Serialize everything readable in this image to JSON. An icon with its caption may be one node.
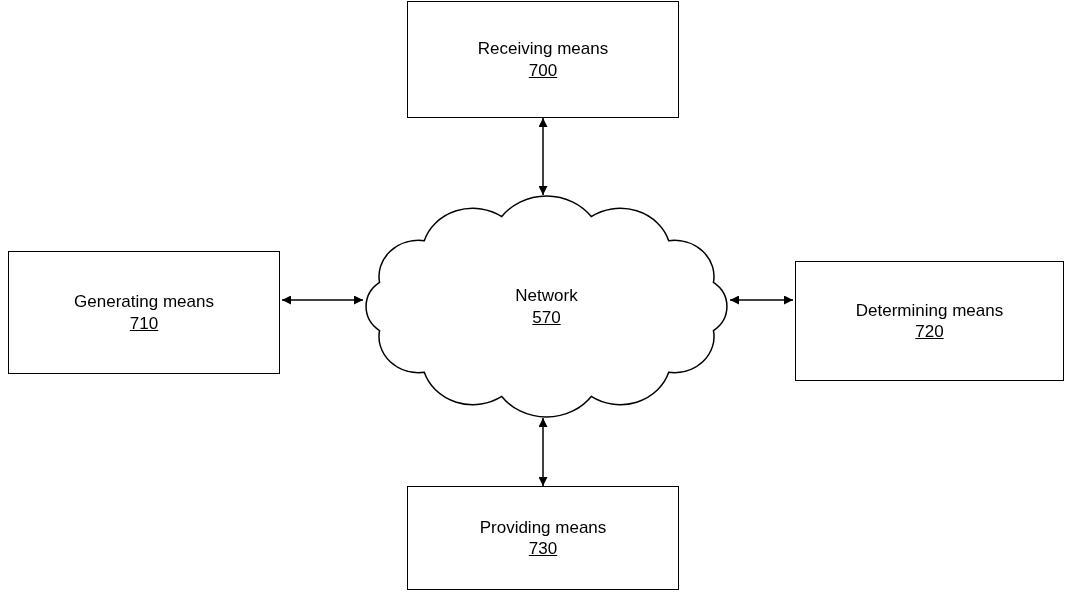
{
  "diagram": {
    "nodes": [
      {
        "text": [
          "Receiving means",
          "700"
        ]
      },
      {
        "text": [
          "Generating means",
          "710"
        ]
      },
      {
        "text": [
          "Network",
          "570"
        ]
      },
      {
        "text": [
          "Determining means",
          "720"
        ]
      },
      {
        "text": [
          "Providing means",
          "730"
        ]
      }
    ],
    "edges": [
      {
        "from": 0,
        "to": 2,
        "arrow": "both"
      },
      {
        "from": 1,
        "to": 2,
        "arrow": "both"
      },
      {
        "from": 2,
        "to": 3,
        "arrow": "both"
      },
      {
        "from": 2,
        "to": 4,
        "arrow": "both"
      }
    ]
  }
}
